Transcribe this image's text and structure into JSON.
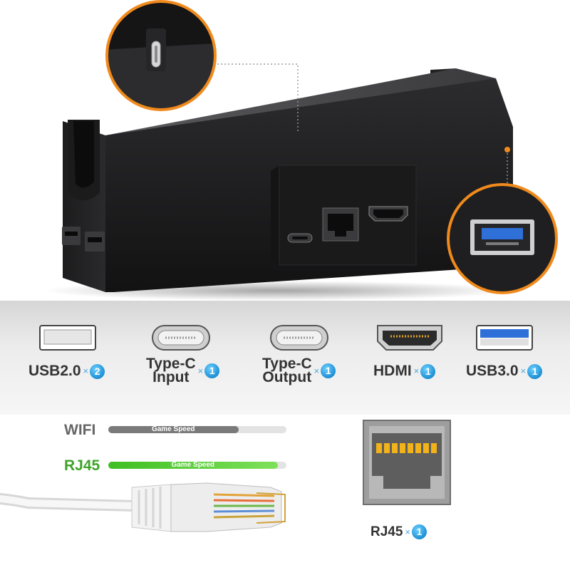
{
  "ports": [
    {
      "label_lines": [
        "USB2.0"
      ],
      "count": "2"
    },
    {
      "label_lines": [
        "Type-C",
        "Input"
      ],
      "count": "1"
    },
    {
      "label_lines": [
        "Type-C",
        "Output"
      ],
      "count": "1"
    },
    {
      "label_lines": [
        "HDMI"
      ],
      "count": "1"
    },
    {
      "label_lines": [
        "USB3.0"
      ],
      "count": "1"
    }
  ],
  "multiplier": "×",
  "speed": {
    "wifi": {
      "label": "WIFI",
      "bar_text": "Game Speed",
      "level": 0.73,
      "color": "#7a7a7a",
      "label_color": "#666666"
    },
    "rj45": {
      "label": "RJ45",
      "bar_text": "Game Speed",
      "level": 0.95,
      "color": "#3fbf22",
      "label_color": "#3ea428"
    }
  },
  "rj45_port": {
    "label": "RJ45",
    "count": "1"
  },
  "colors": {
    "usb3_blue": "#2f6fd8",
    "hdmi_gold": "#e3a12a",
    "accent_orange": "#f08a1c",
    "badge_blue": "#1d8fd4"
  }
}
